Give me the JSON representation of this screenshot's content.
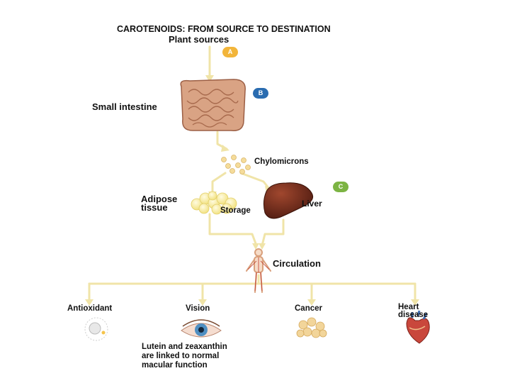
{
  "title": "CAROTENOIDS: FROM SOURCE TO DESTINATION",
  "nodes": {
    "plant_sources": "Plant sources",
    "small_intestine": "Small intestine",
    "chylomicrons": "Chylomicrons",
    "adipose_tissue_line1": "Adipose",
    "adipose_tissue_line2": "tissue",
    "storage": "Storage",
    "liver": "Liver",
    "circulation": "Circulation"
  },
  "badges": {
    "a": {
      "label": "A",
      "color": "#f2b53a"
    },
    "b": {
      "label": "B",
      "color": "#2a6cb0"
    },
    "c": {
      "label": "C",
      "color": "#7cb443"
    }
  },
  "destinations": {
    "antioxidant": "Antioxidant",
    "vision": "Vision",
    "cancer": "Cancer",
    "heart_line1": "Heart",
    "heart_line2": "disease"
  },
  "vision_note": {
    "line1": "Lutein and zeaxanthin",
    "line2": "are linked to normal",
    "line3": "macular function"
  },
  "colors": {
    "arrow": "#f0e4a8",
    "intestine": "#d9a384",
    "liver": "#7a2e1e",
    "fat": "#f7ee9a"
  }
}
